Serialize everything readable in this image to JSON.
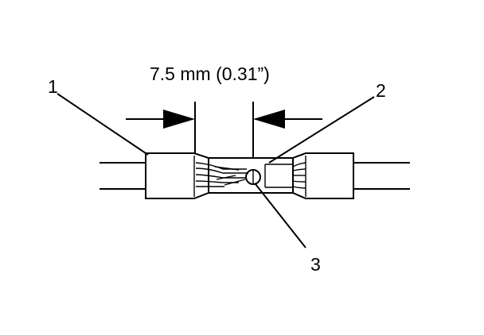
{
  "dimension": {
    "text": "7.5 mm (0.31”)"
  },
  "callouts": [
    {
      "number": "1"
    },
    {
      "number": "2"
    },
    {
      "number": "3"
    }
  ]
}
